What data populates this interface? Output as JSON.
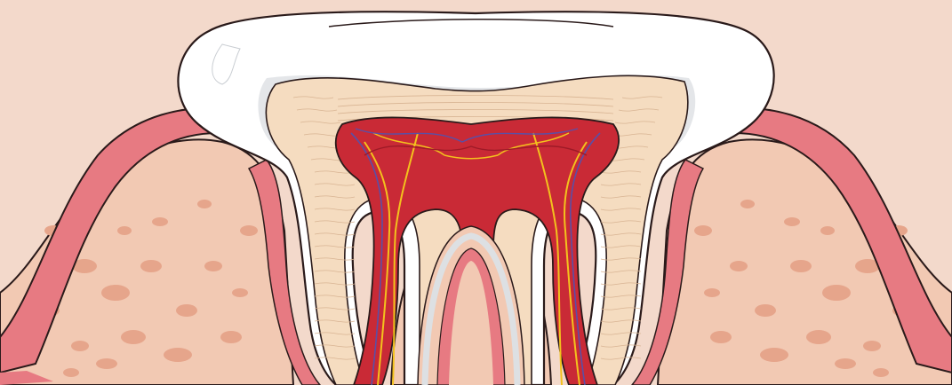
{
  "diagram": {
    "subject": "tooth-cross-section",
    "colors": {
      "background": "#f3d9cb",
      "bone": "#f2c9b3",
      "bone_pores": "#e6a58b",
      "gum_outer": "#e77a82",
      "gum_inner": "#f3a7a8",
      "gum_dark": "#c8424f",
      "enamel": "#ffffff",
      "enamel_shade": "#dde0e3",
      "enamel_edge": "#b9bec4",
      "dentin": "#f5dcc0",
      "dentin_lines": "#d8b493",
      "pulp": "#c92a36",
      "pulp_dark": "#9e1a27",
      "nerve": "#f3c21d",
      "vein": "#5a4fa6",
      "outline": "#2a1a1a"
    },
    "parts": [
      {
        "id": "bone",
        "icon": "bone-texture-icon"
      },
      {
        "id": "gum",
        "icon": "gum-tissue-icon"
      },
      {
        "id": "enamel",
        "icon": "enamel-icon"
      },
      {
        "id": "dentin",
        "icon": "dentin-icon"
      },
      {
        "id": "pulp",
        "icon": "pulp-icon"
      },
      {
        "id": "nerves",
        "icon": "nerve-icon"
      },
      {
        "id": "blood-vessels",
        "icon": "vein-icon"
      }
    ]
  }
}
